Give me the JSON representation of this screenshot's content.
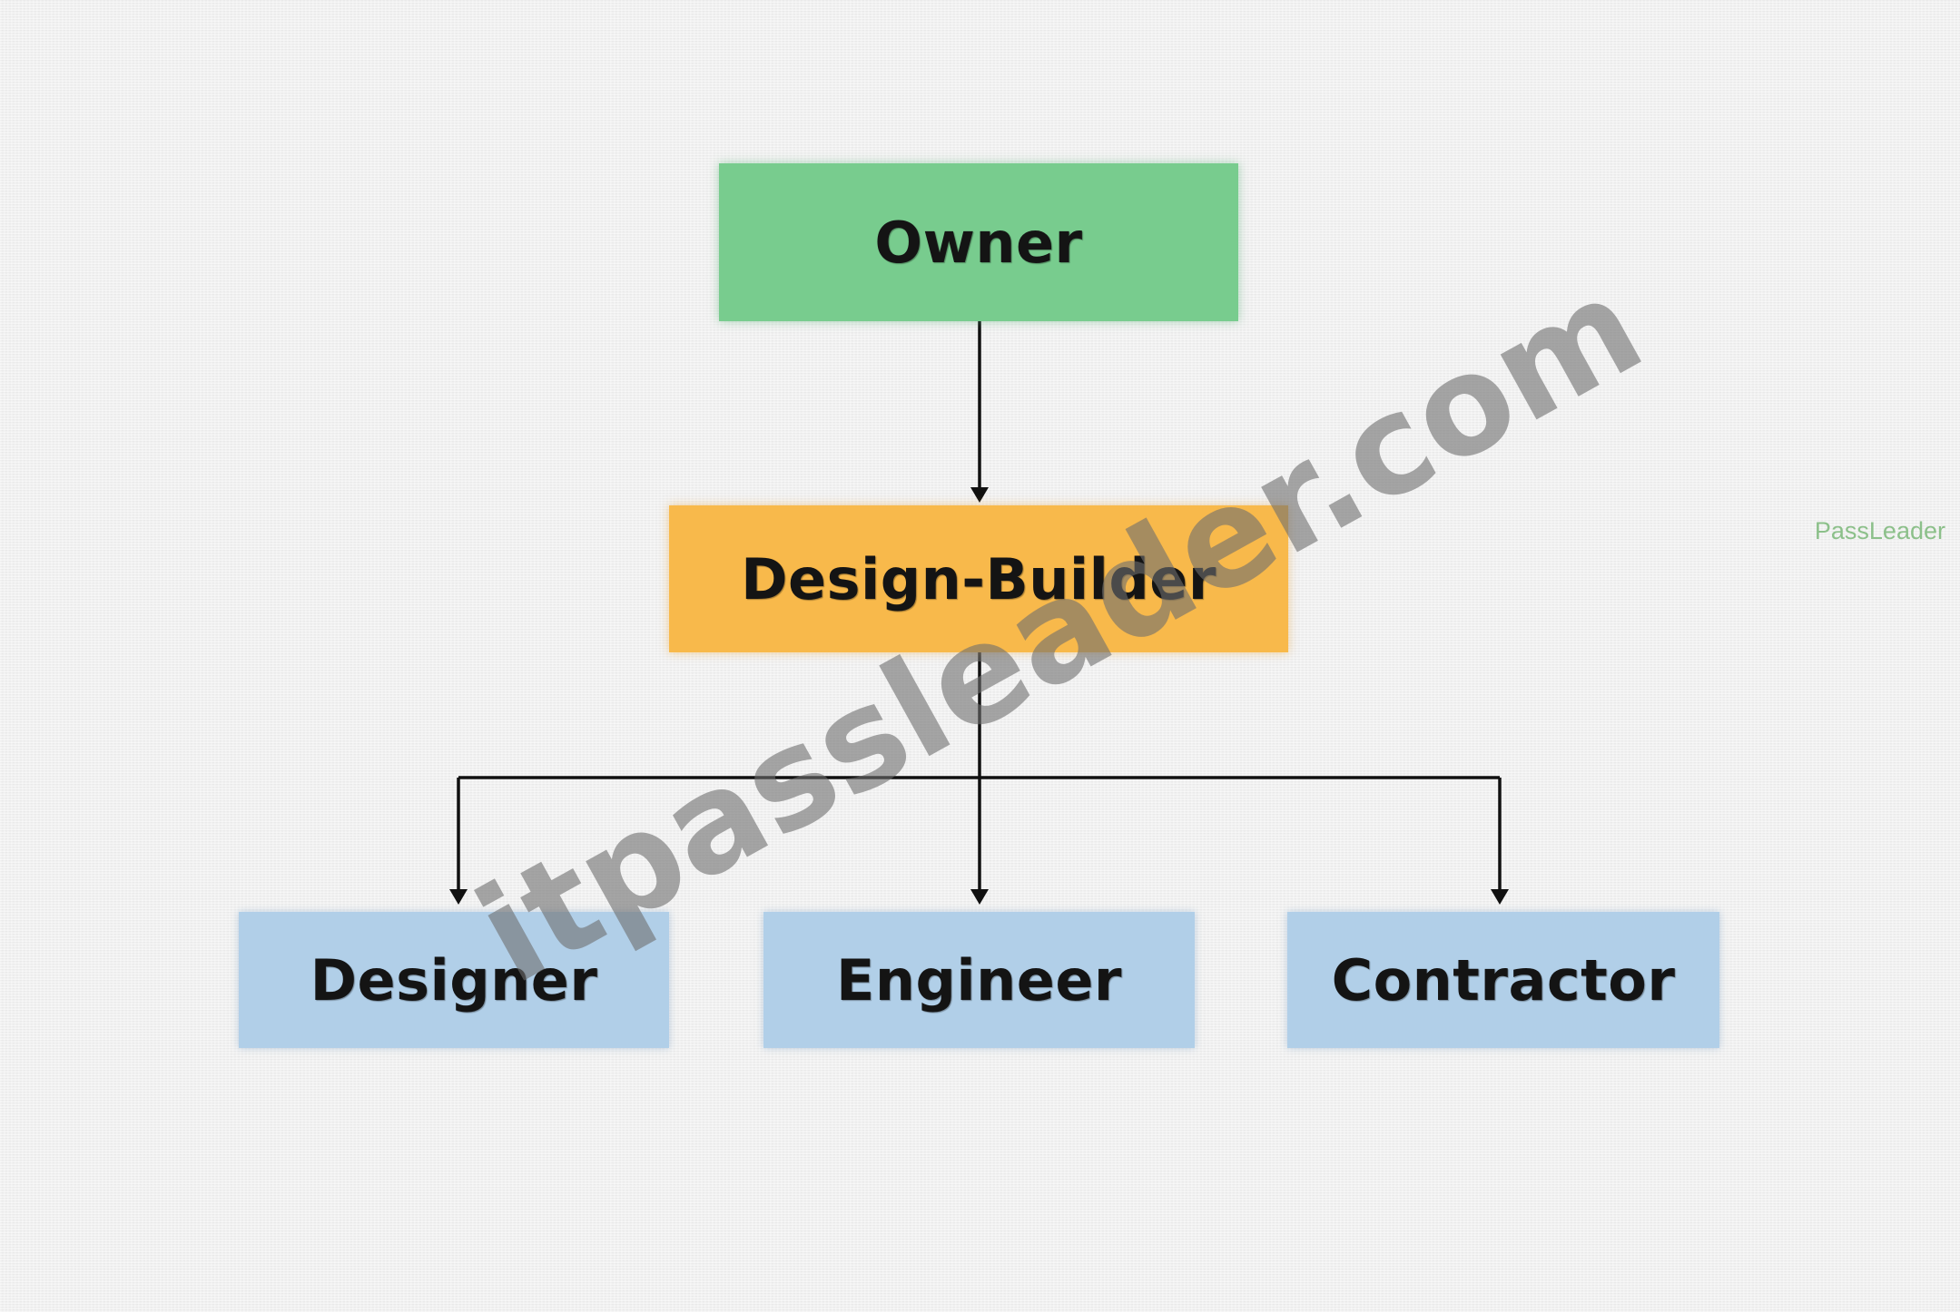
{
  "diagram": {
    "nodes": {
      "owner": {
        "label": "Owner",
        "color": "#78cc8e"
      },
      "design_builder": {
        "label": "Design-Builder",
        "color": "#f8b94b"
      },
      "designer": {
        "label": "Designer",
        "color": "#b1cfe8"
      },
      "engineer": {
        "label": "Engineer",
        "color": "#b1cfe8"
      },
      "contractor": {
        "label": "Contractor",
        "color": "#b1cfe8"
      }
    },
    "edges": [
      {
        "from": "Owner",
        "to": "Design-Builder"
      },
      {
        "from": "Design-Builder",
        "to": "Designer"
      },
      {
        "from": "Design-Builder",
        "to": "Engineer"
      },
      {
        "from": "Design-Builder",
        "to": "Contractor"
      }
    ],
    "connector_color": "#111111"
  },
  "watermark": {
    "text": "itpassleader.com"
  },
  "brand": {
    "text": "PassLeader",
    "color": "#8cc08a"
  }
}
